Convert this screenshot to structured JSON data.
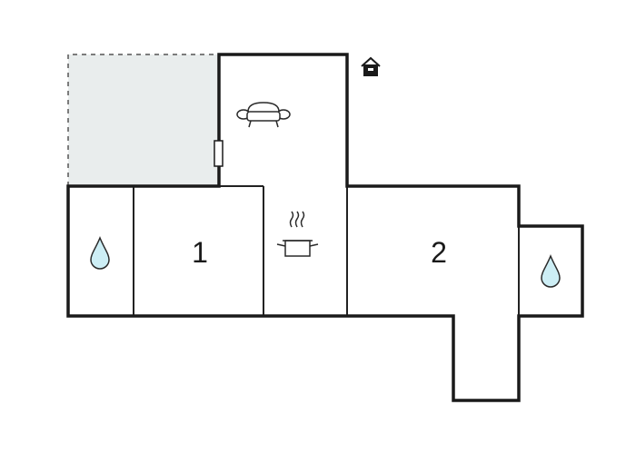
{
  "floorplan": {
    "rooms": [
      {
        "id": "bedroom-1",
        "label": "1"
      },
      {
        "id": "bedroom-2",
        "label": "2"
      }
    ],
    "icons": [
      {
        "name": "house-entrance-icon"
      },
      {
        "name": "sofa-icon"
      },
      {
        "name": "cooking-pot-icon"
      },
      {
        "name": "water-drop-icon"
      },
      {
        "name": "water-drop-icon"
      }
    ],
    "colors": {
      "wall": "#1a1a1a",
      "interior_wall": "#222222",
      "terrace_fill": "#e9eded",
      "terrace_border": "#555555",
      "water_fill": "#cdeef5",
      "water_stroke": "#2a2a2a"
    }
  }
}
